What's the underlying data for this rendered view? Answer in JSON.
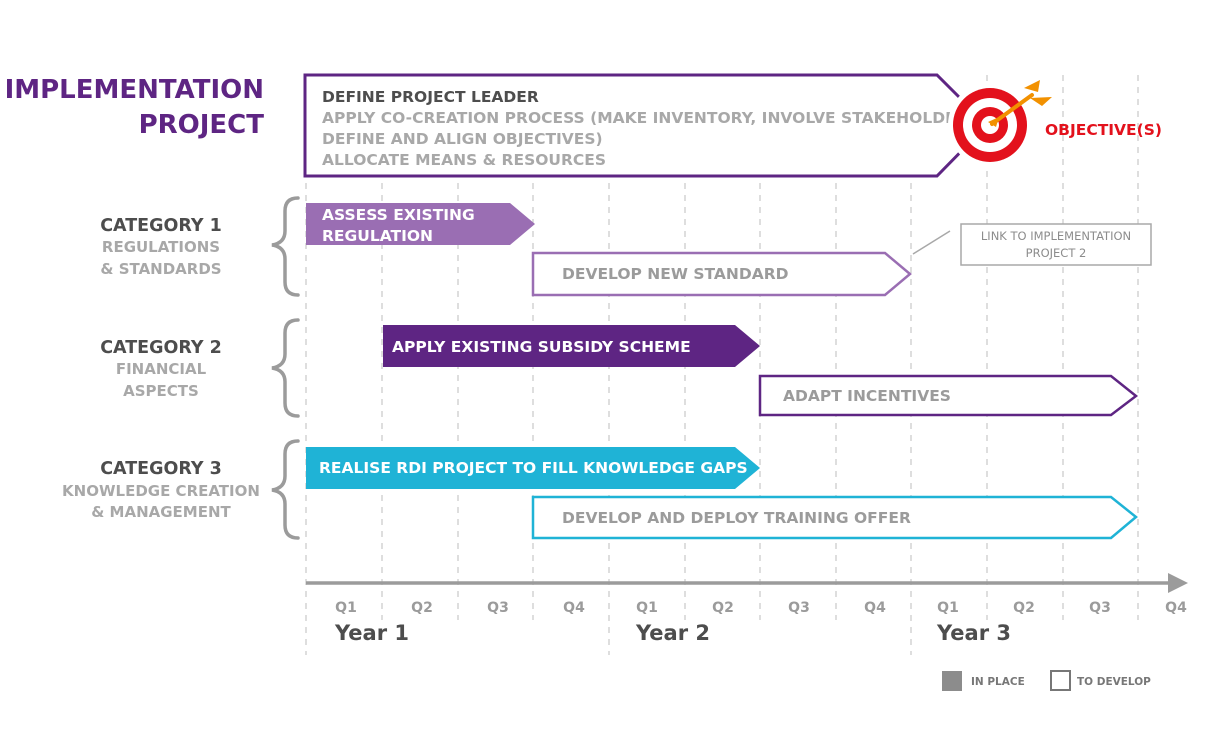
{
  "colors": {
    "purple_dark": "#5e2583",
    "purple_light": "#9a6eb3",
    "purple_outline": "#7c4a9e",
    "cyan": "#1fb3d6",
    "red": "#e3111c",
    "orange": "#f29100",
    "grey": "#9b9b9b",
    "grey_text": "#4d4d4d",
    "grey_light": "#a8a8a8"
  },
  "project": {
    "title_line1": "IMPLEMENTATION",
    "title_line2": "PROJECT",
    "tasks": [
      "DEFINE PROJECT LEADER",
      "APPLY CO-CREATION PROCESS (MAKE INVENTORY, INVOLVE STAKEHOLDERS,",
      "DEFINE AND ALIGN OBJECTIVES)",
      "ALLOCATE MEANS & RESOURCES"
    ],
    "objective_label": "OBJECTIVE(S)",
    "objective_icon": "target-with-arrow-icon"
  },
  "categories": [
    {
      "title": "CATEGORY 1",
      "sub1": "REGULATIONS",
      "sub2": "& STANDARDS"
    },
    {
      "title": "CATEGORY 2",
      "sub1": "FINANCIAL",
      "sub2": "ASPECTS"
    },
    {
      "title": "CATEGORY 3",
      "sub1": "KNOWLEDGE CREATION",
      "sub2": "& MANAGEMENT"
    }
  ],
  "bars": {
    "assess": {
      "line1": "ASSESS EXISTING",
      "line2": "REGULATION"
    },
    "develop_standard": "DEVELOP NEW STANDARD",
    "subsidy": "APPLY EXISTING SUBSIDY SCHEME",
    "incentives": "ADAPT INCENTIVES",
    "rdi": "REALISE RDI PROJECT TO FILL KNOWLEDGE GAPS",
    "training": "DEVELOP AND DEPLOY TRAINING OFFER"
  },
  "link_note": {
    "line1": "LINK TO IMPLEMENTATION",
    "line2": "PROJECT 2"
  },
  "timeline": {
    "quarters": [
      "Q1",
      "Q2",
      "Q3",
      "Q4",
      "Q1",
      "Q2",
      "Q3",
      "Q4",
      "Q1",
      "Q2",
      "Q3",
      "Q4"
    ],
    "years": [
      "Year 1",
      "Year 2",
      "Year 3"
    ]
  },
  "legend": {
    "in_place": "IN PLACE",
    "to_develop": "TO DEVELOP"
  }
}
